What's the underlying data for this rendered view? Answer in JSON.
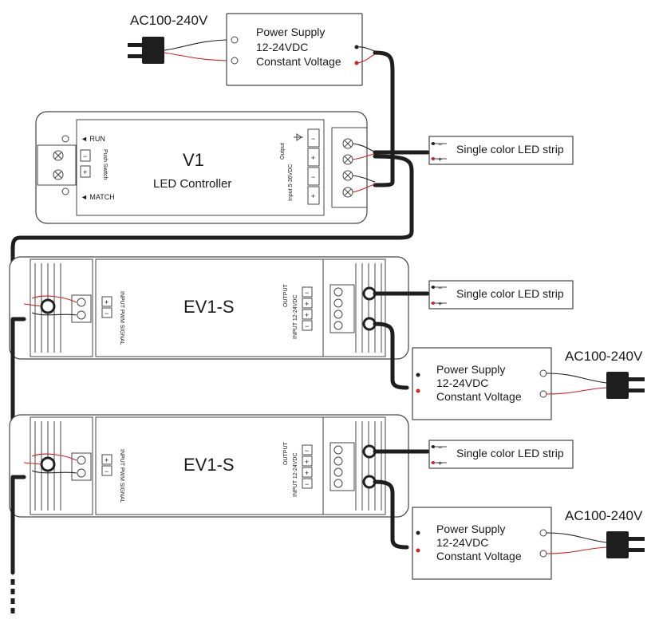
{
  "colors": {
    "cable": "#1e1e1e",
    "positive_wire": "#d21f1f",
    "outline": "#444444"
  },
  "top_power": {
    "ac_label": "AC100-240V",
    "psu_line1": "Power Supply",
    "psu_line2": "12-24VDC",
    "psu_line3": "Constant Voltage"
  },
  "v1": {
    "model": "V1",
    "name": "LED Controller",
    "run_label": "◄ RUN",
    "match_label": "◄ MATCH",
    "push_switch": "Push Switch",
    "output_label": "Output",
    "input_label": "Input 5-36VDC",
    "minus": "−",
    "plus": "+"
  },
  "strips": [
    {
      "label": "Single color LED strip"
    },
    {
      "label": "Single color LED strip"
    },
    {
      "label": "Single color LED strip"
    }
  ],
  "ev1": [
    {
      "model": "EV1-S",
      "input_label": "INPUT PWM SIGNAL",
      "output_label": "OUTPUT",
      "power_input_label": "INPUT 12-24VDC"
    },
    {
      "model": "EV1-S",
      "input_label": "INPUT PWM SIGNAL",
      "output_label": "OUTPUT",
      "power_input_label": "INPUT 12-24VDC"
    }
  ],
  "side_psus": [
    {
      "ac_label": "AC100-240V",
      "line1": "Power Supply",
      "line2": "12-24VDC",
      "line3": "Constant Voltage"
    },
    {
      "ac_label": "AC100-240V",
      "line1": "Power Supply",
      "line2": "12-24VDC",
      "line3": "Constant Voltage"
    }
  ]
}
